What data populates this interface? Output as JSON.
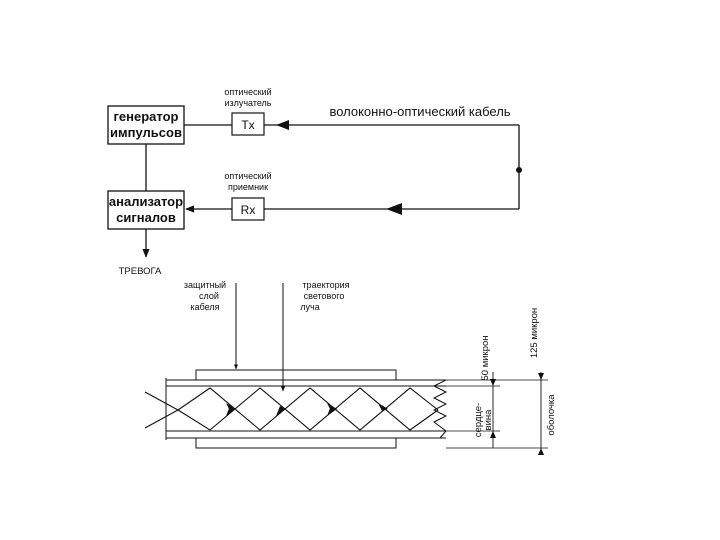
{
  "generator": {
    "line1": "генератор",
    "line2": "импульсов"
  },
  "analyzer": {
    "line1": "анализатор",
    "line2": "сигналов"
  },
  "emitter": {
    "line1": "оптический",
    "line2": "излучатель",
    "box": "Tx"
  },
  "receiver": {
    "line1": "оптический",
    "line2": "приемник",
    "box": "Rx"
  },
  "cable_label": "волоконно-оптический  кабель",
  "alarm_label": "ТРЕВОГА",
  "protective_layer": {
    "line1": "защитный",
    "line2": "слой",
    "line3": "кабеля"
  },
  "light_path": {
    "line1": "траектория",
    "line2": "светового",
    "line3": "луча"
  },
  "core_dim": "50 микрон",
  "cladding_dim": "125 микрон",
  "core_label": {
    "line1": "сердце-",
    "line2": "вина"
  },
  "cladding_label": "оболочка",
  "colors": {
    "ink": "#111111",
    "background": "#ffffff"
  }
}
